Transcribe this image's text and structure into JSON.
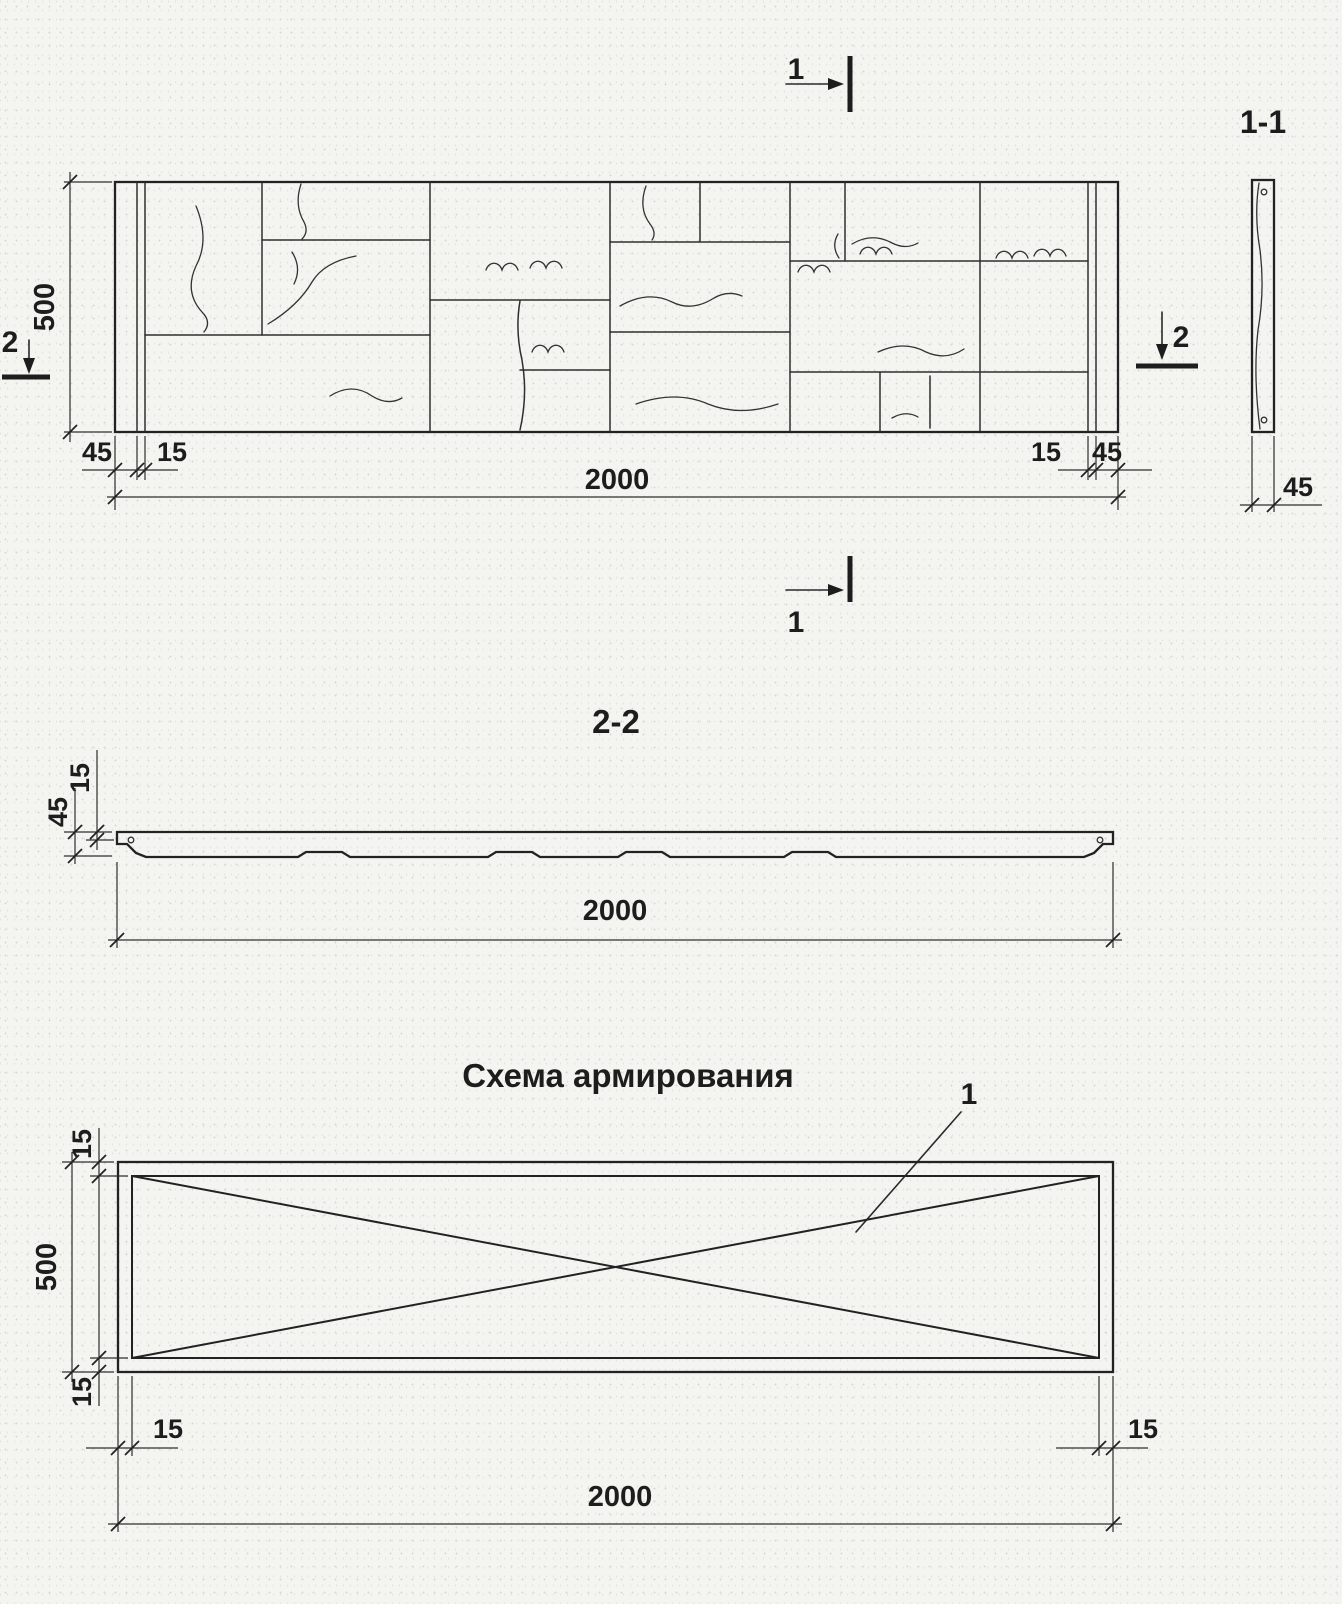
{
  "elevation": {
    "section_mark_top": "1",
    "section_mark_bottom": "1",
    "section_mark_left": "2",
    "section_mark_right": "2",
    "dim_height": "500",
    "dim_left_edge": "45",
    "dim_left_inset": "15",
    "dim_width": "2000",
    "dim_right_inset": "15",
    "dim_right_edge": "45"
  },
  "section11": {
    "label": "1-1",
    "dim_thickness": "45"
  },
  "section22": {
    "label": "2-2",
    "dim_facing": "15",
    "dim_thickness": "45",
    "dim_width": "2000"
  },
  "reinforcement": {
    "title": "Схема армирования",
    "callout": "1",
    "dim_top_inset": "15",
    "dim_height": "500",
    "dim_bottom_inset": "15",
    "dim_left_inset": "15",
    "dim_right_inset": "15",
    "dim_width": "2000"
  }
}
